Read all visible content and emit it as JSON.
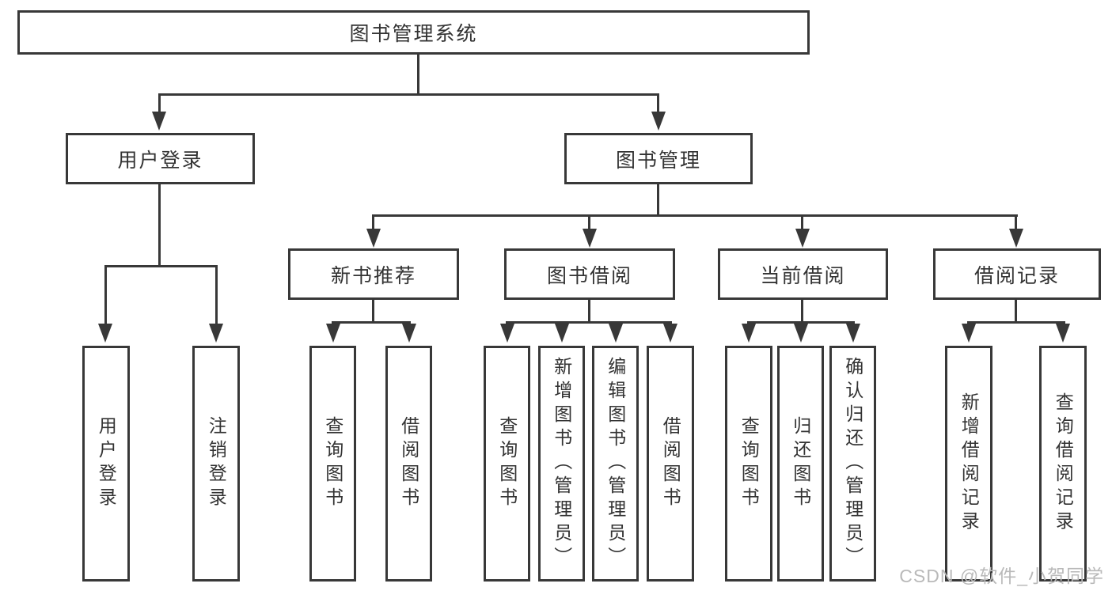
{
  "colors": {
    "line": "#383838",
    "text": "#333333",
    "watermark": "#b9b9b9",
    "background": "#ffffff"
  },
  "tree": {
    "root": {
      "label": "图书管理系统"
    },
    "branches": [
      {
        "label": "用户登录",
        "children": [
          {
            "label": "用户登录"
          },
          {
            "label": "注销登录"
          }
        ]
      },
      {
        "label": "图书管理",
        "children": [
          {
            "label": "新书推荐",
            "children": [
              {
                "label": "查询图书"
              },
              {
                "label": "借阅图书"
              }
            ]
          },
          {
            "label": "图书借阅",
            "children": [
              {
                "label": "查询图书"
              },
              {
                "label": "新增图书（管理员）"
              },
              {
                "label": "编辑图书（管理员）"
              },
              {
                "label": "借阅图书"
              }
            ]
          },
          {
            "label": "当前借阅",
            "children": [
              {
                "label": "查询图书"
              },
              {
                "label": "归还图书"
              },
              {
                "label": "确认归还（管理员）"
              }
            ]
          },
          {
            "label": "借阅记录",
            "children": [
              {
                "label": "新增借阅记录"
              },
              {
                "label": "查询借阅记录"
              }
            ]
          }
        ]
      }
    ]
  },
  "watermark": {
    "text": "CSDN @软件_小贺同学"
  }
}
